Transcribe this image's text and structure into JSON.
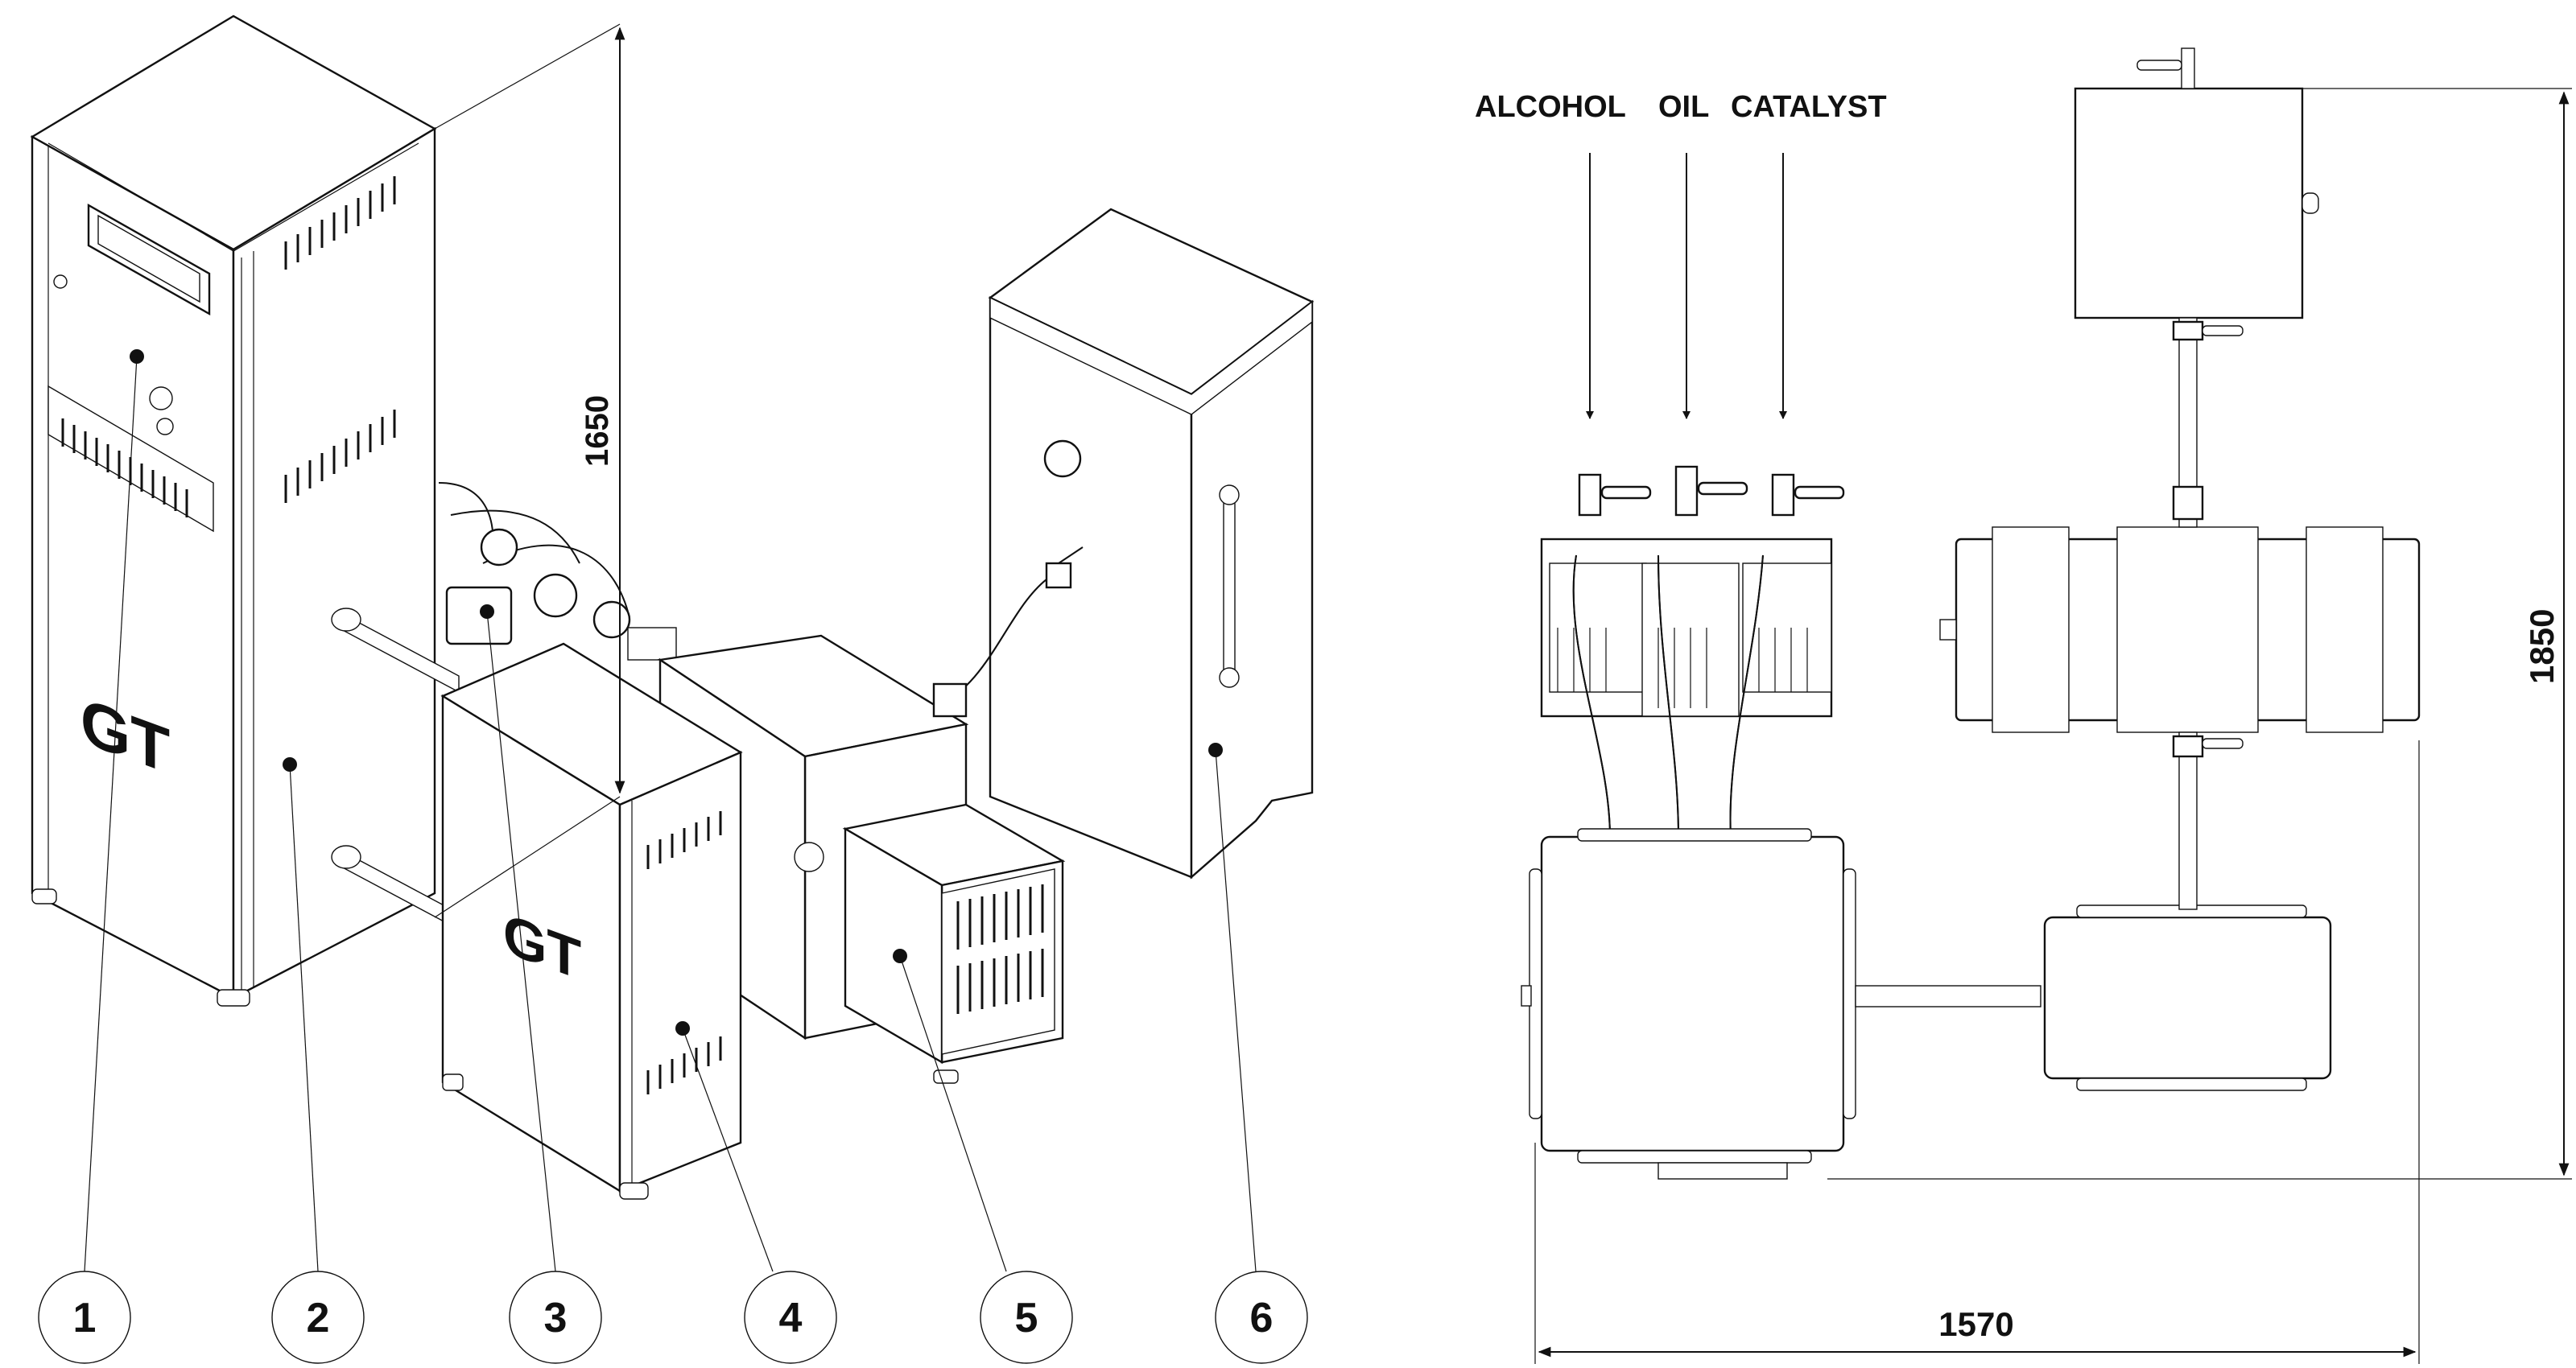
{
  "inputs": {
    "alcohol": "ALCOHOL",
    "oil": "OIL",
    "catalyst": "CATALYST"
  },
  "dimensions": {
    "height": "1650",
    "depth": "1850",
    "width": "1570"
  },
  "callouts": [
    "1",
    "2",
    "3",
    "4",
    "5",
    "6"
  ]
}
